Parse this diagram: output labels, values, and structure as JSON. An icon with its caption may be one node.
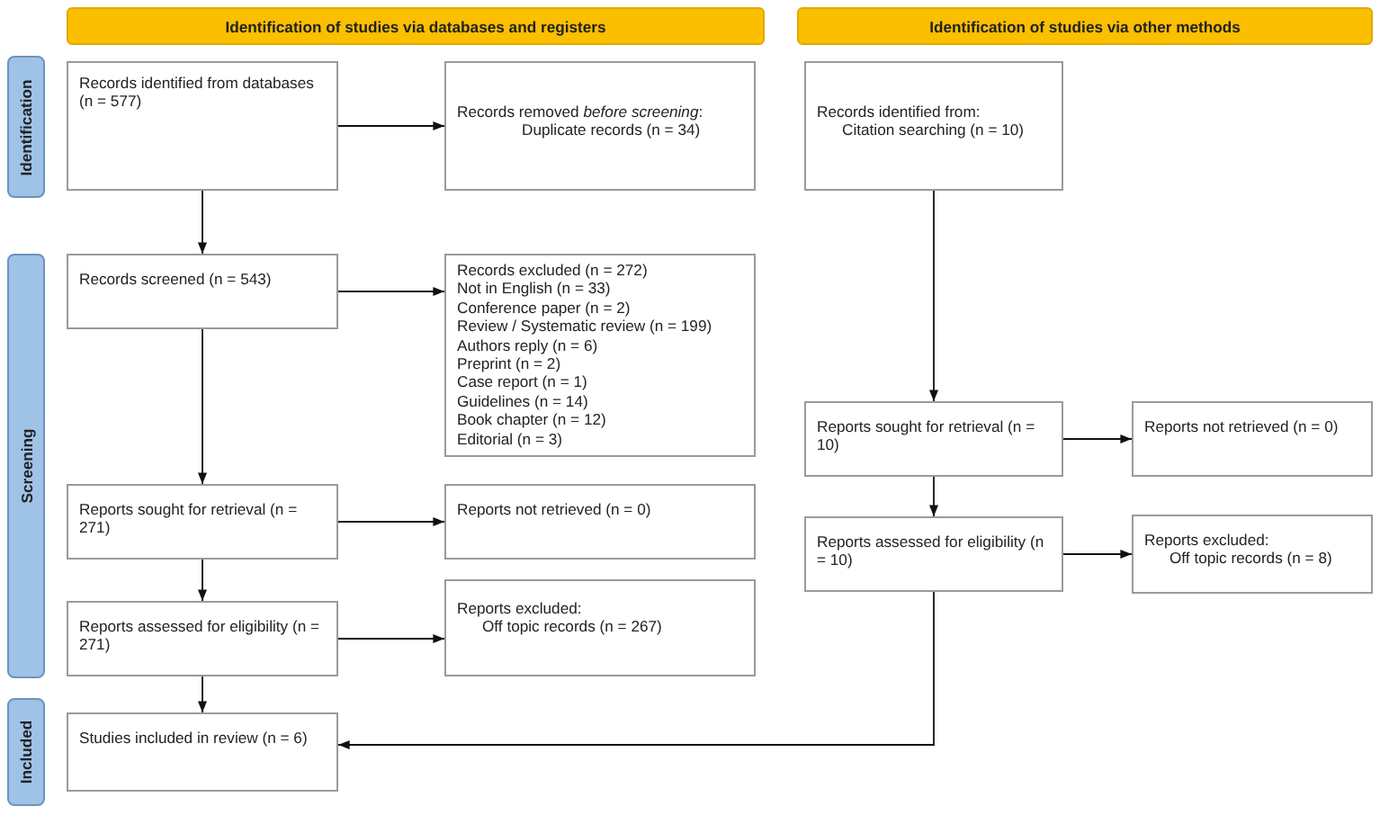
{
  "diagram": {
    "nodes": [
      {
        "text": [
          "Identification of studies via databases and registers"
        ]
      },
      {
        "text": [
          "Identification of studies via other methods"
        ]
      },
      {
        "text": [
          "Identification"
        ]
      },
      {
        "text": [
          "Screening"
        ]
      },
      {
        "text": [
          "Included"
        ]
      },
      {
        "text": [
          "Records identified from databases (n = 577)"
        ]
      },
      {
        "text": [
          "Records removed *before screening*:",
          "Duplicate records (n = 34)"
        ]
      },
      {
        "text": [
          "Records identified from:",
          "Citation searching (n = 10)"
        ]
      },
      {
        "text": [
          "Records screened (n = 543)"
        ]
      },
      {
        "text": [
          "Records excluded (n = 272)",
          "Not in English (n = 33)",
          "Conference paper (n = 2)",
          "Review / Systematic review (n = 199)",
          "Authors reply (n = 6)",
          "Preprint (n = 2)",
          "Case report (n = 1)",
          "Guidelines (n = 14)",
          "Book chapter (n = 12)",
          "Editorial (n = 3)"
        ]
      },
      {
        "text": [
          "Reports sought for retrieval (n = 271)"
        ]
      },
      {
        "text": [
          "Reports not retrieved (n = 0)"
        ]
      },
      {
        "text": [
          "Reports assessed for eligibility (n = 271)"
        ]
      },
      {
        "text": [
          "Reports excluded:",
          "Off topic records (n = 267)"
        ]
      },
      {
        "text": [
          "Studies included in review (n = 6)"
        ]
      },
      {
        "text": [
          "Reports sought for retrieval (n = 10)"
        ]
      },
      {
        "text": [
          "Reports not retrieved (n = 0)"
        ]
      },
      {
        "text": [
          "Reports assessed for eligibility (n = 10)"
        ]
      },
      {
        "text": [
          "Reports excluded:",
          "Off topic records (n = 8)"
        ]
      }
    ],
    "edges": [
      {
        "from": 5,
        "to": 6,
        "arrow": "to"
      },
      {
        "from": 5,
        "to": 8,
        "arrow": "to"
      },
      {
        "from": 8,
        "to": 9,
        "arrow": "to"
      },
      {
        "from": 8,
        "to": 10,
        "arrow": "to"
      },
      {
        "from": 10,
        "to": 11,
        "arrow": "to"
      },
      {
        "from": 10,
        "to": 12,
        "arrow": "to"
      },
      {
        "from": 12,
        "to": 13,
        "arrow": "to"
      },
      {
        "from": 12,
        "to": 14,
        "arrow": "to"
      },
      {
        "from": 7,
        "to": 15,
        "arrow": "to"
      },
      {
        "from": 15,
        "to": 16,
        "arrow": "to"
      },
      {
        "from": 15,
        "to": 17,
        "arrow": "to"
      },
      {
        "from": 17,
        "to": 18,
        "arrow": "to"
      },
      {
        "from": 17,
        "to": 14,
        "arrow": "to"
      }
    ]
  }
}
